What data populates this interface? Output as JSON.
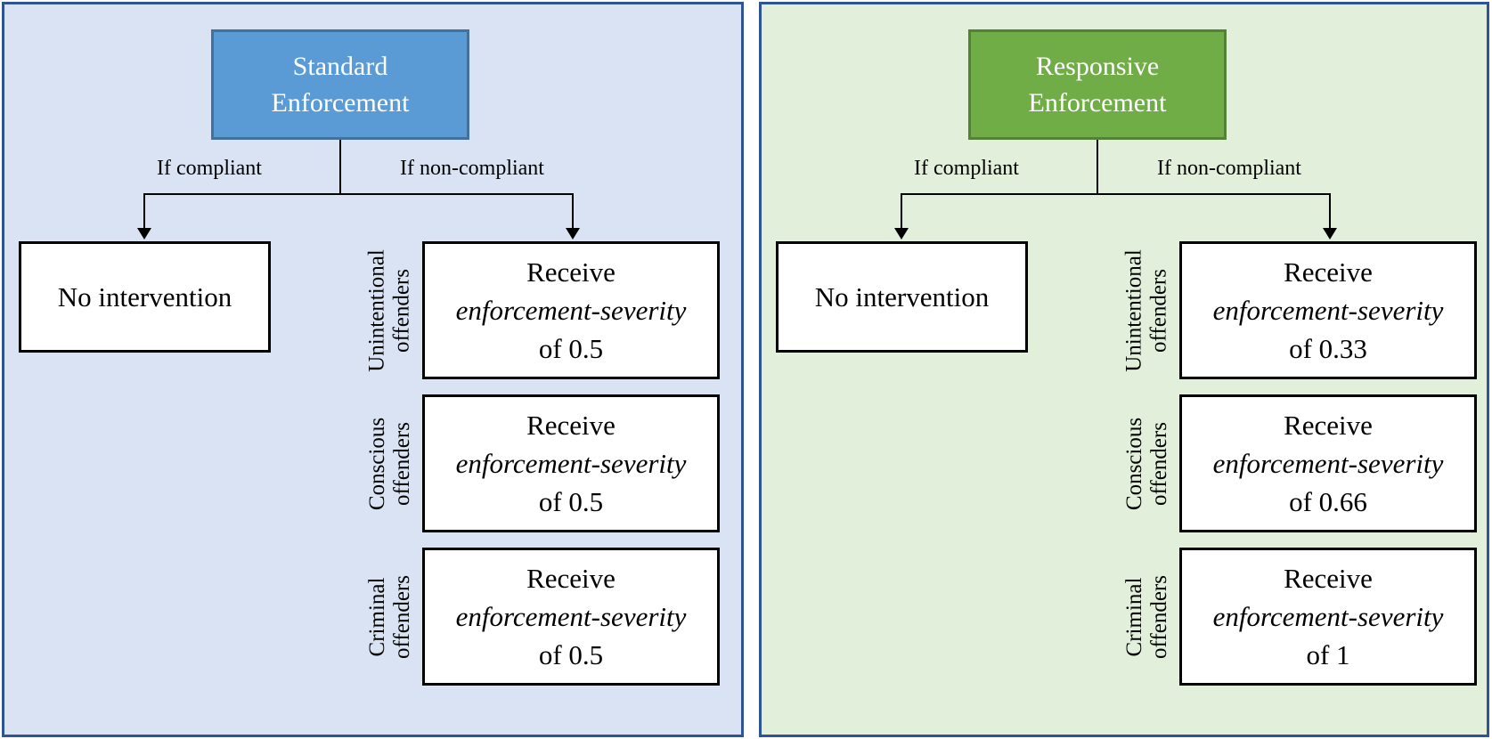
{
  "figure": {
    "type": "flow-diagram",
    "panels": [
      {
        "name": "standard-enforcement",
        "title_line1": "Standard",
        "title_line2": "Enforcement",
        "branch_left_label": "If compliant",
        "branch_right_label": "If non-compliant",
        "no_intervention_label": "No intervention",
        "colors": {
          "panel_bg": "#dae3f3",
          "panel_border": "#2f5496",
          "header_fill": "#5b9bd5",
          "header_border": "#41719c",
          "box_bg": "#ffffff",
          "box_border": "#000000"
        },
        "rows": [
          {
            "category_line1": "Unintentional",
            "category_line2": "offenders",
            "receive_label": "Receive",
            "severity_term": "enforcement-severity",
            "value_label": "of 0.5"
          },
          {
            "category_line1": "Conscious",
            "category_line2": "offenders",
            "receive_label": "Receive",
            "severity_term": "enforcement-severity",
            "value_label": "of 0.5"
          },
          {
            "category_line1": "Criminal",
            "category_line2": "offenders",
            "receive_label": "Receive",
            "severity_term": "enforcement-severity",
            "value_label": "of 0.5"
          }
        ]
      },
      {
        "name": "responsive-enforcement",
        "title_line1": "Responsive",
        "title_line2": "Enforcement",
        "branch_left_label": "If compliant",
        "branch_right_label": "If non-compliant",
        "no_intervention_label": "No intervention",
        "colors": {
          "panel_bg": "#e2efda",
          "panel_border": "#2f5496",
          "header_fill": "#70ad47",
          "header_border": "#538135",
          "box_bg": "#ffffff",
          "box_border": "#000000"
        },
        "rows": [
          {
            "category_line1": "Unintentional",
            "category_line2": "offenders",
            "receive_label": "Receive",
            "severity_term": "enforcement-severity",
            "value_label": "of 0.33"
          },
          {
            "category_line1": "Conscious",
            "category_line2": "offenders",
            "receive_label": "Receive",
            "severity_term": "enforcement-severity",
            "value_label": "of 0.66"
          },
          {
            "category_line1": "Criminal",
            "category_line2": "offenders",
            "receive_label": "Receive",
            "severity_term": "enforcement-severity",
            "value_label": "of 1"
          }
        ]
      }
    ]
  }
}
